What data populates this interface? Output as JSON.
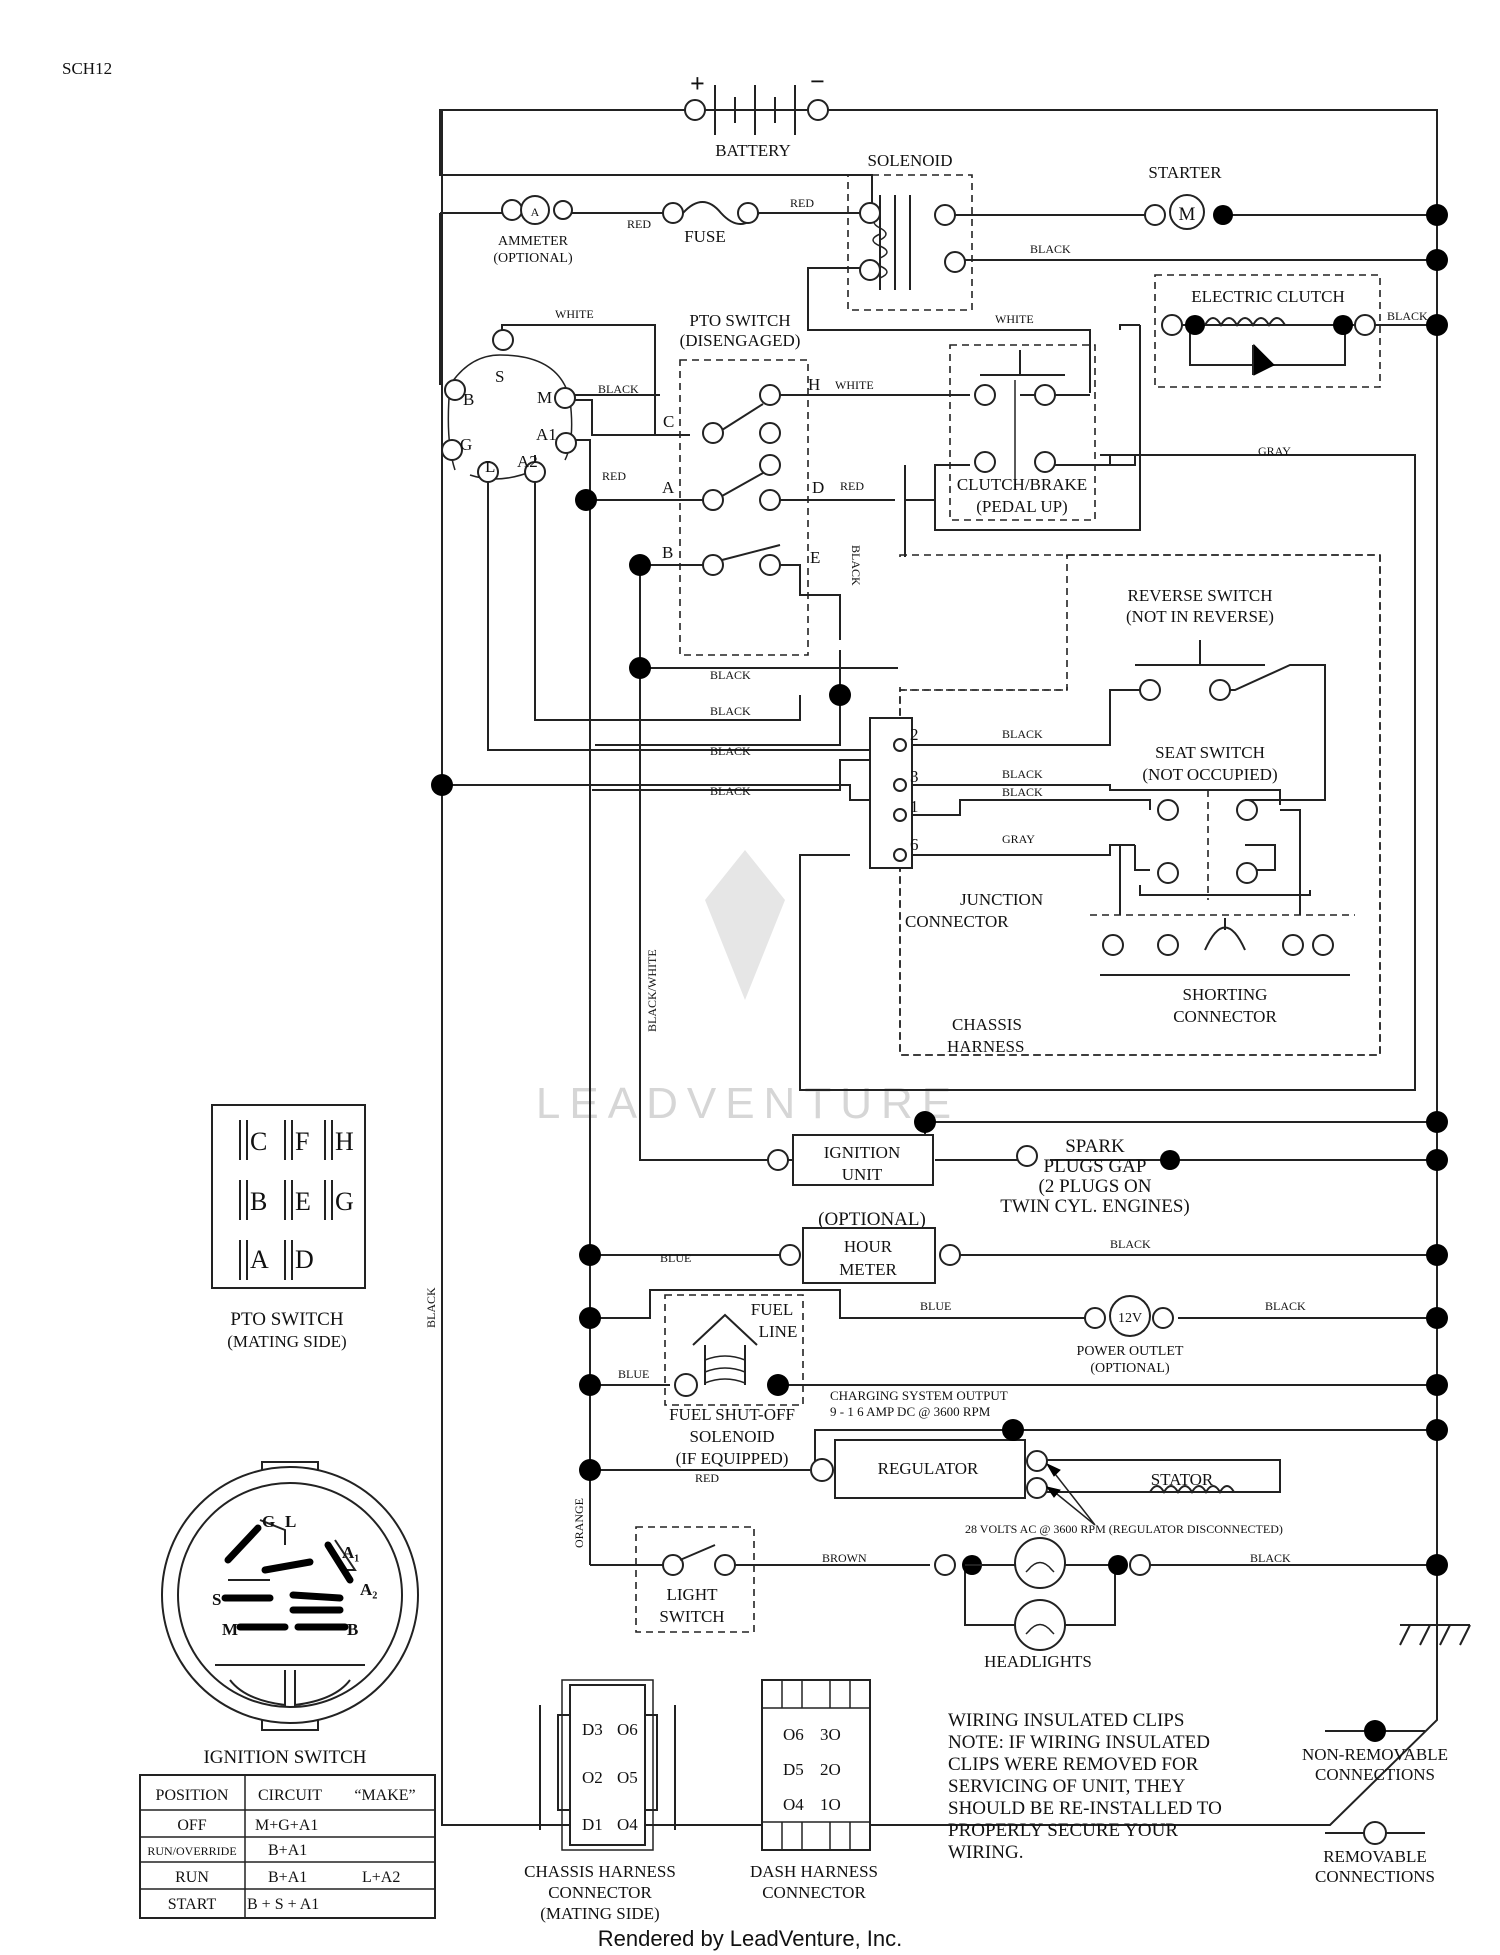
{
  "page_code": "SCH12",
  "footer": "Rendered by LeadVenture, Inc.",
  "watermark": "LEADVENTURE",
  "components": {
    "battery": "BATTERY",
    "battery_plus": "+",
    "battery_minus": "−",
    "solenoid": "SOLENOID",
    "starter": "STARTER",
    "starter_symbol": "M",
    "ammeter": "AMMETER",
    "ammeter_optional": "(OPTIONAL)",
    "ammeter_symbol": "A",
    "fuse": "FUSE",
    "electric_clutch": "ELECTRIC CLUTCH",
    "pto_switch": "PTO SWITCH",
    "pto_switch_state": "(DISENGAGED)",
    "clutch_brake": "CLUTCH/BRAKE",
    "clutch_brake_state": "(PEDAL UP)",
    "reverse_switch": "REVERSE SWITCH",
    "reverse_switch_state": "(NOT IN REVERSE)",
    "seat_switch": "SEAT SWITCH",
    "seat_switch_state": "(NOT OCCUPIED)",
    "junction_connector_1": "JUNCTION",
    "junction_connector_2": "CONNECTOR",
    "shorting_connector_1": "SHORTING",
    "shorting_connector_2": "CONNECTOR",
    "chassis_harness_1": "CHASSIS",
    "chassis_harness_2": "HARNESS",
    "ignition_unit_1": "IGNITION",
    "ignition_unit_2": "UNIT",
    "spark_plugs_1": "SPARK",
    "spark_plugs_2": "PLUGS GAP",
    "spark_plugs_3": "(2 PLUGS ON",
    "spark_plugs_4": "TWIN CYL. ENGINES)",
    "hour_meter_optional": "(OPTIONAL)",
    "hour_meter_1": "HOUR",
    "hour_meter_2": "METER",
    "fuel_line_1": "FUEL",
    "fuel_line_2": "LINE",
    "power_outlet_symbol": "12V",
    "power_outlet": "POWER OUTLET",
    "power_outlet_optional": "(OPTIONAL)",
    "fuel_shutoff_1": "FUEL SHUT-OFF",
    "fuel_shutoff_2": "SOLENOID",
    "fuel_shutoff_3": "(IF EQUIPPED)",
    "charging_output_1": "CHARGING SYSTEM OUTPUT",
    "charging_output_2": "9 - 1 6 AMP DC @ 3600 RPM",
    "regulator": "REGULATOR",
    "stator": "STATOR",
    "stator_note": "28 VOLTS AC @ 3600 RPM (REGULATOR DISCONNECTED)",
    "light_switch_1": "LIGHT",
    "light_switch_2": "SWITCH",
    "headlights": "HEADLIGHTS"
  },
  "wire_colors": {
    "red": "RED",
    "black": "BLACK",
    "white": "WHITE",
    "gray": "GRAY",
    "blue": "BLUE",
    "brown": "BROWN",
    "orange": "ORANGE",
    "black_white": "BLACK/WHITE"
  },
  "ign_terminals": {
    "s": "S",
    "b": "B",
    "m": "M",
    "g": "G",
    "a1": "A1",
    "l": "L",
    "a2": "A2"
  },
  "pto_terminals": {
    "c": "C",
    "h": "H",
    "a": "A",
    "d": "D",
    "b": "B",
    "e": "E"
  },
  "junction_pins": {
    "p2": "2",
    "p3": "3",
    "p1": "1",
    "p6": "6"
  },
  "pto_mating": {
    "pins": [
      "C",
      "F",
      "H",
      "B",
      "E",
      "G",
      "A",
      "D"
    ],
    "title": "PTO SWITCH",
    "subtitle": "(MATING SIDE)"
  },
  "ignition_face": {
    "g": "G",
    "l": "L",
    "a1": "A₁",
    "s": "S",
    "a2": "A₂",
    "m": "M",
    "b": "B"
  },
  "ignition_switch": {
    "title": "IGNITION SWITCH",
    "headers": [
      "POSITION",
      "CIRCUIT",
      "“MAKE”"
    ],
    "rows": [
      {
        "position": "OFF",
        "circuit": "M+G+A1",
        "make": ""
      },
      {
        "position": "RUN/OVERRIDE",
        "circuit": "B+A1",
        "make": ""
      },
      {
        "position": "RUN",
        "circuit": "B+A1",
        "make": "L+A2"
      },
      {
        "position": "START",
        "circuit": "B + S + A1",
        "make": ""
      }
    ]
  },
  "chassis_connector": {
    "pins": [
      "D3",
      "O6",
      "O2",
      "O5",
      "D1",
      "O4"
    ],
    "label_1": "CHASSIS HARNESS",
    "label_2": "CONNECTOR",
    "label_3": "(MATING SIDE)"
  },
  "dash_connector": {
    "pins": [
      "O6",
      "3O",
      "D5",
      "2O",
      "O4",
      "1O"
    ],
    "label_1": "DASH HARNESS",
    "label_2": "CONNECTOR"
  },
  "note": {
    "lines": [
      "WIRING INSULATED CLIPS",
      "NOTE:  IF WIRING INSULATED",
      "CLIPS WERE REMOVED FOR",
      "SERVICING OF UNIT, THEY",
      "SHOULD BE RE-INSTALLED TO",
      "PROPERLY SECURE YOUR",
      "WIRING."
    ]
  },
  "legend": {
    "non_removable_1": "NON-REMOVABLE",
    "non_removable_2": "CONNECTIONS",
    "removable_1": "REMOVABLE",
    "removable_2": "CONNECTIONS"
  }
}
